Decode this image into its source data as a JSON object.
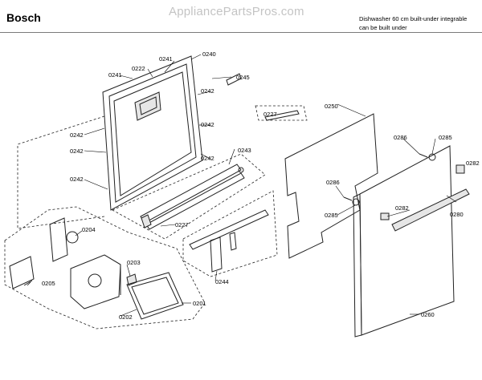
{
  "header": {
    "brand": "Bosch",
    "watermark": "AppliancePartsPros.com",
    "description_line1": "Dishwasher 60 cm built-under integrable",
    "description_line2": "can be built under"
  },
  "callouts": [
    "0241",
    "0222",
    "0241",
    "0240",
    "0245",
    "0242",
    "0242",
    "0242",
    "0242",
    "0242",
    "0242",
    "0243",
    "0227",
    "0227",
    "0250",
    "0286",
    "0285",
    "0286",
    "0285",
    "0282",
    "0282",
    "0280",
    "0260",
    "0204",
    "0203",
    "0205",
    "0202",
    "0201",
    "0244"
  ]
}
